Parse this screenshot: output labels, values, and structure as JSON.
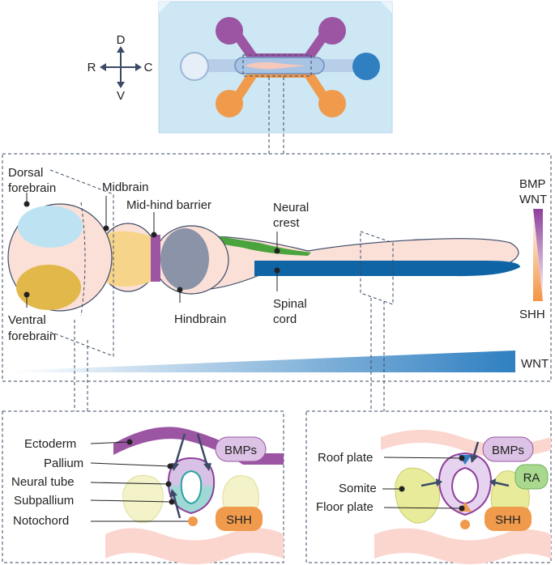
{
  "axes": {
    "dorsal": "D",
    "ventral": "V",
    "rostral": "R",
    "caudal": "C"
  },
  "main_labels": {
    "dorsal_forebrain_1": "Dorsal",
    "dorsal_forebrain_2": "forebrain",
    "ventral_forebrain_1": "Ventral",
    "ventral_forebrain_2": "forebrain",
    "midbrain": "Midbrain",
    "mid_hind_barrier": "Mid-hind barrier",
    "neural_crest_1": "Neural",
    "neural_crest_2": "crest",
    "hindbrain": "Hindbrain",
    "spinal_cord_1": "Spinal",
    "spinal_cord_2": "cord",
    "wnt_gradient": "WNT"
  },
  "dv_legend": {
    "top_1": "BMP",
    "top_2": "WNT",
    "bottom": "SHH"
  },
  "left_section": {
    "ectoderm": "Ectoderm",
    "pallium": "Pallium",
    "neural_tube": "Neural tube",
    "subpallium": "Subpallium",
    "notochord": "Notochord",
    "bmps": "BMPs",
    "shh": "SHH"
  },
  "right_section": {
    "roof_plate": "Roof plate",
    "somite": "Somite",
    "floor_plate": "Floor plate",
    "bmps": "BMPs",
    "ra": "RA",
    "shh": "SHH"
  },
  "colors": {
    "purple": "#9b55a3",
    "orange": "#f09a4c",
    "blue": "#2f7fc1",
    "chip_blue": "#cfe8f5",
    "tissue_pink": "#fbe0d8",
    "midbrain_yellow": "#f6d58a",
    "hindbrain_gray": "#8a93a8",
    "neural_crest_green": "#4aa33c",
    "spinal_blue": "#0f64a6",
    "somite_yellow": "#e8ec9a"
  }
}
